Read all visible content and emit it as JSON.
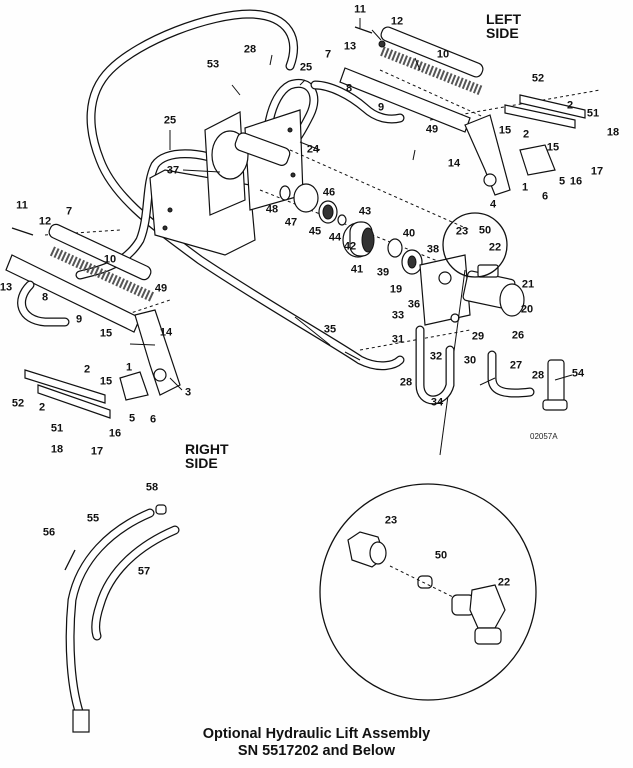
{
  "title": {
    "line1": "Optional Hydraulic Lift Assembly",
    "line2": "SN 5517202 and Below"
  },
  "side_labels": {
    "left": [
      "LEFT",
      "SIDE"
    ],
    "right": [
      "RIGHT",
      "SIDE"
    ]
  },
  "figure_code": "02057A",
  "callouts": [
    {
      "id": "c11a",
      "text": "11"
    },
    {
      "id": "c12a",
      "text": "12"
    },
    {
      "id": "c13a",
      "text": "13"
    },
    {
      "id": "c7a",
      "text": "7"
    },
    {
      "id": "c10a",
      "text": "10"
    },
    {
      "id": "c8a",
      "text": "8"
    },
    {
      "id": "c9a",
      "text": "9"
    },
    {
      "id": "c49a",
      "text": "49"
    },
    {
      "id": "c15a",
      "text": "15"
    },
    {
      "id": "c14a",
      "text": "14"
    },
    {
      "id": "c52a",
      "text": "52"
    },
    {
      "id": "c2a",
      "text": "2"
    },
    {
      "id": "c2b",
      "text": "2"
    },
    {
      "id": "c51a",
      "text": "51"
    },
    {
      "id": "c18a",
      "text": "18"
    },
    {
      "id": "c15b",
      "text": "15"
    },
    {
      "id": "c16a",
      "text": "16"
    },
    {
      "id": "c17a",
      "text": "17"
    },
    {
      "id": "c1a",
      "text": "1"
    },
    {
      "id": "c5a",
      "text": "5"
    },
    {
      "id": "c6a",
      "text": "6"
    },
    {
      "id": "c4a",
      "text": "4"
    },
    {
      "id": "c28a",
      "text": "28"
    },
    {
      "id": "c53a",
      "text": "53"
    },
    {
      "id": "c25a",
      "text": "25"
    },
    {
      "id": "c25b",
      "text": "25"
    },
    {
      "id": "c37a",
      "text": "37"
    },
    {
      "id": "c24a",
      "text": "24"
    },
    {
      "id": "c48a",
      "text": "48"
    },
    {
      "id": "c47a",
      "text": "47"
    },
    {
      "id": "c46a",
      "text": "46"
    },
    {
      "id": "c45a",
      "text": "45"
    },
    {
      "id": "c44a",
      "text": "44"
    },
    {
      "id": "c43a",
      "text": "43"
    },
    {
      "id": "c42a",
      "text": "42"
    },
    {
      "id": "c41a",
      "text": "41"
    },
    {
      "id": "c40a",
      "text": "40"
    },
    {
      "id": "c39a",
      "text": "39"
    },
    {
      "id": "c38a",
      "text": "38"
    },
    {
      "id": "c19a",
      "text": "19"
    },
    {
      "id": "c36a",
      "text": "36"
    },
    {
      "id": "c23a",
      "text": "23"
    },
    {
      "id": "c50a",
      "text": "50"
    },
    {
      "id": "c22a",
      "text": "22"
    },
    {
      "id": "c21a",
      "text": "21"
    },
    {
      "id": "c20a",
      "text": "20"
    },
    {
      "id": "c33a",
      "text": "33"
    },
    {
      "id": "c31a",
      "text": "31"
    },
    {
      "id": "c29a",
      "text": "29"
    },
    {
      "id": "c26a",
      "text": "26"
    },
    {
      "id": "c32a",
      "text": "32"
    },
    {
      "id": "c30a",
      "text": "30"
    },
    {
      "id": "c28b",
      "text": "28"
    },
    {
      "id": "c27a",
      "text": "27"
    },
    {
      "id": "c28c",
      "text": "28"
    },
    {
      "id": "c54a",
      "text": "54"
    },
    {
      "id": "c34a",
      "text": "34"
    },
    {
      "id": "c35a",
      "text": "35"
    },
    {
      "id": "c11b",
      "text": "11"
    },
    {
      "id": "c12b",
      "text": "12"
    },
    {
      "id": "c7b",
      "text": "7"
    },
    {
      "id": "c10b",
      "text": "10"
    },
    {
      "id": "c13b",
      "text": "13"
    },
    {
      "id": "c8b",
      "text": "8"
    },
    {
      "id": "c9b",
      "text": "9"
    },
    {
      "id": "c49b",
      "text": "49"
    },
    {
      "id": "c15c",
      "text": "15"
    },
    {
      "id": "c14b",
      "text": "14"
    },
    {
      "id": "c3a",
      "text": "3"
    },
    {
      "id": "c2c",
      "text": "2"
    },
    {
      "id": "c2d",
      "text": "2"
    },
    {
      "id": "c52b",
      "text": "52"
    },
    {
      "id": "c15d",
      "text": "15"
    },
    {
      "id": "c1b",
      "text": "1"
    },
    {
      "id": "c51b",
      "text": "51"
    },
    {
      "id": "c5b",
      "text": "5"
    },
    {
      "id": "c16b",
      "text": "16"
    },
    {
      "id": "c6b",
      "text": "6"
    },
    {
      "id": "c18b",
      "text": "18"
    },
    {
      "id": "c17b",
      "text": "17"
    },
    {
      "id": "c58a",
      "text": "58"
    },
    {
      "id": "c55a",
      "text": "55"
    },
    {
      "id": "c56a",
      "text": "56"
    },
    {
      "id": "c57a",
      "text": "57"
    },
    {
      "id": "c23b",
      "text": "23"
    },
    {
      "id": "c50b",
      "text": "50"
    },
    {
      "id": "c22b",
      "text": "22"
    }
  ]
}
